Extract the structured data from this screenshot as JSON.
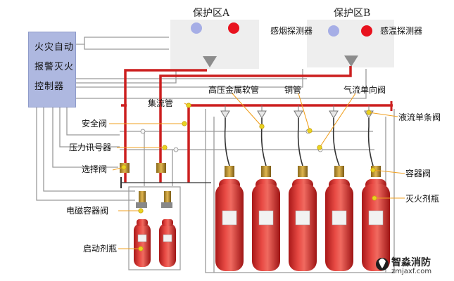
{
  "controller": {
    "lines": [
      "火灾自动",
      "报警灭火",
      "控制器"
    ]
  },
  "zones": {
    "a_title": "保护区A",
    "b_title": "保护区B"
  },
  "detectors": {
    "smoke_label": "感烟探测器",
    "heat_label": "感温探测器"
  },
  "labels": {
    "manifold": "集流管",
    "safety_valve": "安全阀",
    "pressure_switch": "压力讯号器",
    "selector_valve": "选择阀",
    "solenoid_valve": "电磁容器阀",
    "pilot_bottle": "启动剂瓶",
    "hp_hose": "高压金属软管",
    "copper_pipe": "铜管",
    "gas_check_valve": "气流单向阀",
    "liquid_check_valve": "液流单条阀",
    "container_valve": "容器阀",
    "agent_bottle": "灭火剂瓶"
  },
  "brand": {
    "name": "智淼消防",
    "url": "zmjaxf.com"
  },
  "colors": {
    "pipe_red": "#cc1f1f",
    "signal_gray": "#9a9a9a",
    "controller_fill": "#aeb8e0",
    "zone_fill": "#eeeeee",
    "smoke_detector": "#a6aee6",
    "heat_detector": "#e8121e",
    "cylinder_red": "#d8322f",
    "valve_brass": "#c99a2e",
    "leader_orange": "#f0a020",
    "leader_yellow": "#e8d320"
  }
}
